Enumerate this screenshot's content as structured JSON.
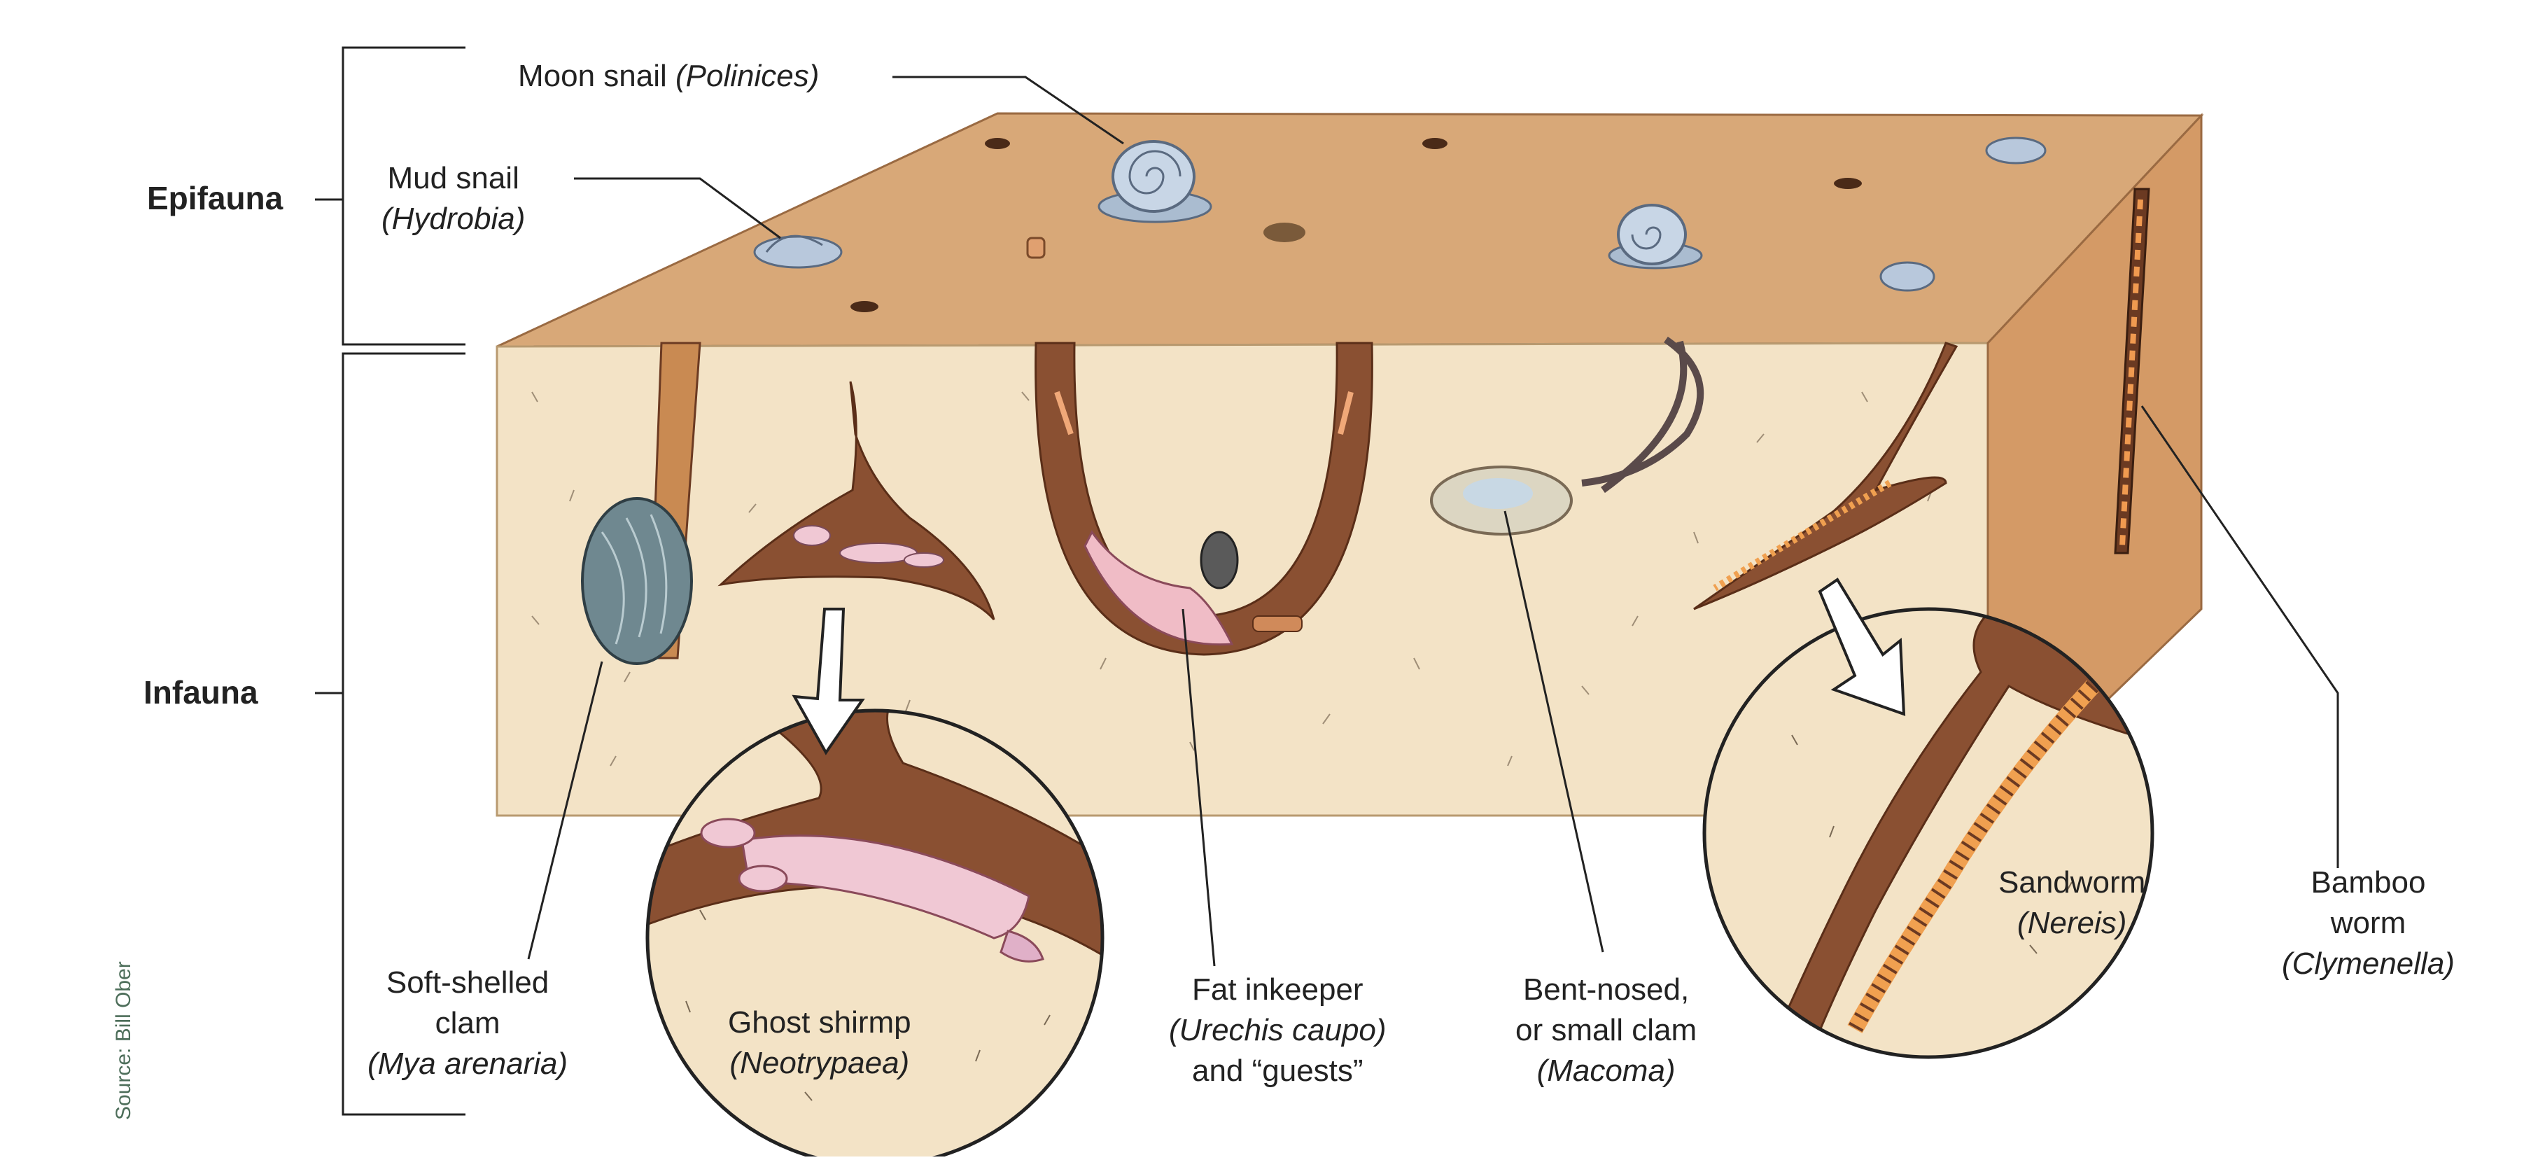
{
  "zones": {
    "epifauna": "Epifauna",
    "infauna": "Infauna"
  },
  "labels": {
    "moon_snail": {
      "common": "Moon snail",
      "scientific": "(Polinices)"
    },
    "mud_snail": {
      "common": "Mud snail",
      "scientific": "(Hydrobia)"
    },
    "soft_shelled_clam": {
      "line1": "Soft-shelled",
      "line2": "clam",
      "scientific": "(Mya arenaria)"
    },
    "ghost_shrimp": {
      "common": "Ghost shirmp",
      "scientific": "(Neotrypaea)"
    },
    "fat_innkeeper": {
      "common": "Fat inkeeper",
      "scientific": "(Urechis caupo)",
      "line3": "and “guests”"
    },
    "bent_nosed_clam": {
      "line1": "Bent-nosed,",
      "line2": "or small clam",
      "scientific": "(Macoma)"
    },
    "sandworm": {
      "common": "Sandworm",
      "scientific": "(Nereis)"
    },
    "bamboo_worm": {
      "line1": "Bamboo",
      "line2": "worm",
      "scientific": "(Clymenella)"
    }
  },
  "credit": "Source: Bill Ober",
  "colors": {
    "sand_top": "#d8a878",
    "sand_front": "#f3e3c6",
    "sand_side": "#d49a66",
    "burrow": "#8a5032",
    "burrow_dark": "#6b3a22",
    "shell_blue": "#b8c8dc",
    "shrimp_pink": "#f0c8d4",
    "line": "#222222"
  }
}
